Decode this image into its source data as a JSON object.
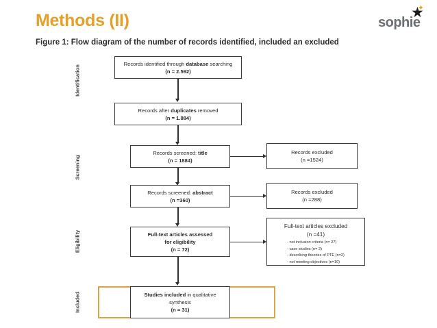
{
  "slide": {
    "title": "Methods (II)",
    "caption": "Figure 1: Flow diagram of the number of records identified, included an excluded",
    "title_color": "#E2A129",
    "accent_color": "#D9A441"
  },
  "logo": {
    "text": "sophie",
    "star_glyph": "★",
    "spark_glyph": "✦"
  },
  "stages": [
    {
      "label": "Identification"
    },
    {
      "label": "Screening"
    },
    {
      "label": "Eligibility"
    },
    {
      "label": "Included"
    }
  ],
  "flow": {
    "identified": {
      "line1_pre": "Records identified through ",
      "line1_bold": "database",
      "line1_post": " searching",
      "count": "(n = 2.592)"
    },
    "duplicates": {
      "line1_pre": "Records after ",
      "line1_bold": "duplicates",
      "line1_post": " removed",
      "count": "(n = 1.884)"
    },
    "screened_title": {
      "line1_pre": "Records screened: ",
      "line1_bold": "title",
      "line1_post": "",
      "count": "(n = 1884)"
    },
    "excluded_title": {
      "line1": "Records excluded",
      "count": "(n =1524)"
    },
    "screened_abstract": {
      "line1_pre": "Records screened: ",
      "line1_bold": "abstract",
      "line1_post": "",
      "count": "(n =360)"
    },
    "excluded_abstract": {
      "line1": "Records excluded",
      "count": "(n =288)"
    },
    "fulltext_assessed": {
      "line1": "Full-text articles assessed",
      "line2": "for eligibility",
      "count": "(n = 72)"
    },
    "fulltext_excluded": {
      "line1": "Full-text articles excluded",
      "count": "(n =41)",
      "reasons": [
        "- not inclusion criteria (n= 27)",
        "- case studies (n= 2)",
        "- describing theories of PTE (n=2)",
        "- not meeting objectives (n=10)"
      ]
    },
    "included_synthesis": {
      "line1_bold": "Studies included",
      "line1_post": " in qualitative",
      "line2": "synthesis",
      "count": "(n = 31)"
    }
  }
}
